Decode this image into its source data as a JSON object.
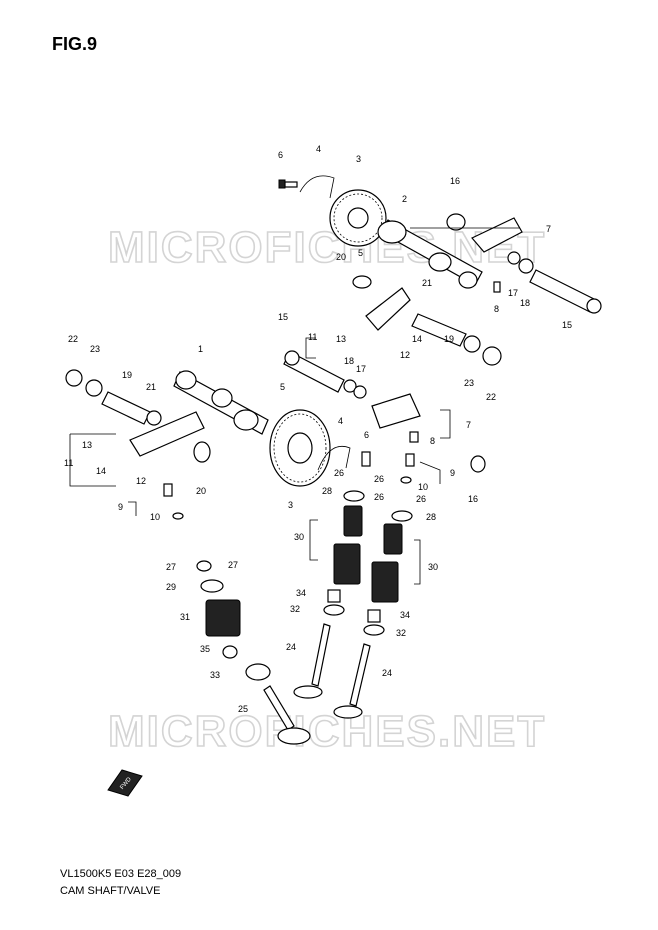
{
  "figure": {
    "title": "FIG.9"
  },
  "footer": {
    "model_code": "VL1500K5 E03 E28_009",
    "section_name": "CAM SHAFT/VALVE"
  },
  "watermark": {
    "text": "MICROFICHES.NET"
  },
  "fwd_mark": {
    "text": "FWD"
  },
  "callouts": [
    {
      "text": "6"
    },
    {
      "text": "4"
    },
    {
      "text": "3"
    },
    {
      "text": "16"
    },
    {
      "text": "2"
    },
    {
      "text": "7"
    },
    {
      "text": "5"
    },
    {
      "text": "20"
    },
    {
      "text": "17"
    },
    {
      "text": "18"
    },
    {
      "text": "8"
    },
    {
      "text": "15"
    },
    {
      "text": "21"
    },
    {
      "text": "11"
    },
    {
      "text": "13"
    },
    {
      "text": "14"
    },
    {
      "text": "12"
    },
    {
      "text": "19"
    },
    {
      "text": "23"
    },
    {
      "text": "22"
    },
    {
      "text": "15"
    },
    {
      "text": "18"
    },
    {
      "text": "17"
    },
    {
      "text": "22"
    },
    {
      "text": "23"
    },
    {
      "text": "1"
    },
    {
      "text": "19"
    },
    {
      "text": "21"
    },
    {
      "text": "5"
    },
    {
      "text": "7"
    },
    {
      "text": "4"
    },
    {
      "text": "6"
    },
    {
      "text": "8"
    },
    {
      "text": "13"
    },
    {
      "text": "11"
    },
    {
      "text": "14"
    },
    {
      "text": "12"
    },
    {
      "text": "20"
    },
    {
      "text": "9"
    },
    {
      "text": "10"
    },
    {
      "text": "3"
    },
    {
      "text": "26"
    },
    {
      "text": "26"
    },
    {
      "text": "28"
    },
    {
      "text": "26"
    },
    {
      "text": "26"
    },
    {
      "text": "9"
    },
    {
      "text": "10"
    },
    {
      "text": "16"
    },
    {
      "text": "28"
    },
    {
      "text": "30"
    },
    {
      "text": "30"
    },
    {
      "text": "27"
    },
    {
      "text": "27"
    },
    {
      "text": "29"
    },
    {
      "text": "34"
    },
    {
      "text": "32"
    },
    {
      "text": "31"
    },
    {
      "text": "34"
    },
    {
      "text": "32"
    },
    {
      "text": "35"
    },
    {
      "text": "24"
    },
    {
      "text": "24"
    },
    {
      "text": "33"
    },
    {
      "text": "25"
    }
  ]
}
